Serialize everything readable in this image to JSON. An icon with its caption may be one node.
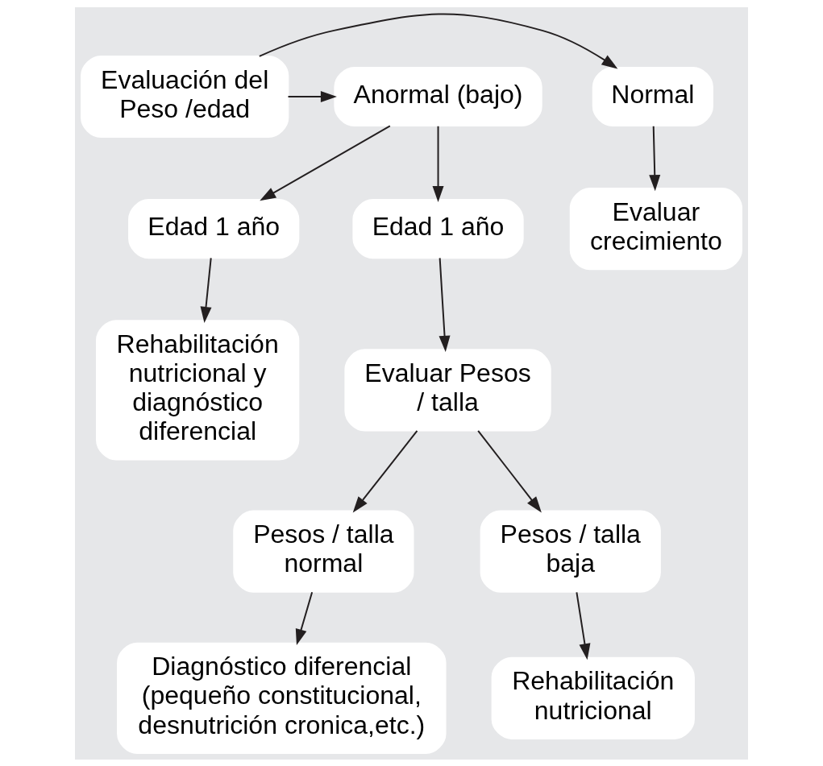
{
  "diagram": {
    "nodes": [
      {
        "text": [
          "Normal"
        ]
      },
      {
        "text": [
          "Evaluación del Peso /edad"
        ]
      },
      {
        "text": [
          "Anormal (bajo)"
        ]
      },
      {
        "text": [
          "Evaluar crecimiento"
        ]
      },
      {
        "text": [
          "Edad 1 año"
        ]
      },
      {
        "text": [
          "Edad 1 año"
        ]
      },
      {
        "text": [
          "Rehabilitación nutricional y diagnóstico diferencial"
        ]
      },
      {
        "text": [
          "Evaluar Pesos / talla"
        ]
      },
      {
        "text": [
          "Pesos / talla normal"
        ]
      },
      {
        "text": [
          "Pesos / talla baja"
        ]
      },
      {
        "text": [
          "Diagnóstico diferencial (pequeño constitucional, desnutrición cronica,etc.)"
        ]
      },
      {
        "text": [
          "Rehabilitación nutricional"
        ]
      }
    ],
    "edges": [
      {
        "from": 1,
        "to": 0,
        "arrow": "to"
      },
      {
        "from": 1,
        "to": 2,
        "arrow": "to"
      },
      {
        "from": 0,
        "to": 3,
        "arrow": "to"
      },
      {
        "from": 2,
        "to": 4,
        "arrow": "to"
      },
      {
        "from": 2,
        "to": 5,
        "arrow": "to"
      },
      {
        "from": 4,
        "to": 6,
        "arrow": "to"
      },
      {
        "from": 5,
        "to": 7,
        "arrow": "to"
      },
      {
        "from": 7,
        "to": 8,
        "arrow": "to"
      },
      {
        "from": 7,
        "to": 9,
        "arrow": "to"
      },
      {
        "from": 8,
        "to": 10,
        "arrow": "to"
      },
      {
        "from": 9,
        "to": 11,
        "arrow": "to"
      }
    ]
  }
}
